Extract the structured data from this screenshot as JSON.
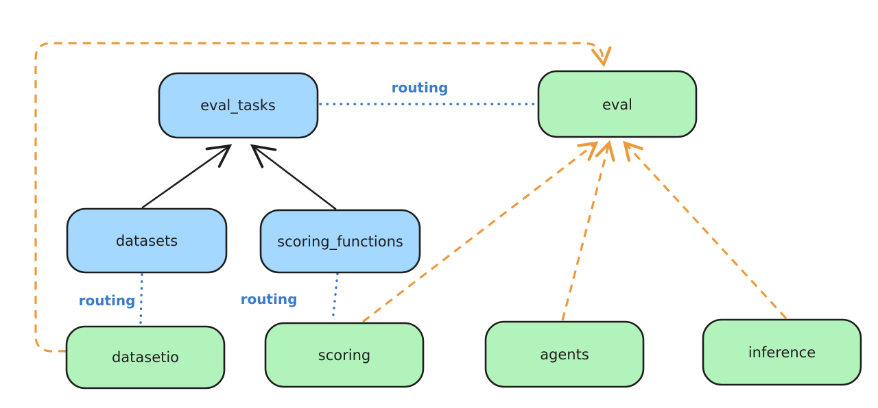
{
  "diagram": {
    "background": "#ffffff",
    "palette": {
      "api_node_fill": "#a5d8ff",
      "provider_node_fill": "#b2f2bb",
      "node_stroke": "#1e1e1e",
      "node_text": "#1e1e1e",
      "routing_edge_color": "#3b7bc8",
      "provider_edge_color": "#ec9a3d",
      "dependency_edge_color": "#1e1e1e"
    },
    "nodes": {
      "eval_tasks": {
        "label": "eval_tasks",
        "fill": "#a5d8ff",
        "kind": "api"
      },
      "eval": {
        "label": "eval",
        "fill": "#b2f2bb",
        "kind": "provider"
      },
      "datasets": {
        "label": "datasets",
        "fill": "#a5d8ff",
        "kind": "api"
      },
      "scoring_functions": {
        "label": "scoring_functions",
        "fill": "#a5d8ff",
        "kind": "api"
      },
      "datasetio": {
        "label": "datasetio",
        "fill": "#b2f2bb",
        "kind": "provider"
      },
      "scoring": {
        "label": "scoring",
        "fill": "#b2f2bb",
        "kind": "provider"
      },
      "agents": {
        "label": "agents",
        "fill": "#b2f2bb",
        "kind": "provider"
      },
      "inference": {
        "label": "inference",
        "fill": "#b2f2bb",
        "kind": "provider"
      }
    },
    "edge_labels": {
      "routing_eval_tasks_eval": "routing",
      "routing_datasets_datasetio": "routing",
      "routing_scoring_functions_scoring": "routing"
    },
    "edges": [
      {
        "from": "datasets",
        "to": "eval_tasks",
        "style": "solid-arrow",
        "color": "#1e1e1e"
      },
      {
        "from": "scoring_functions",
        "to": "eval_tasks",
        "style": "solid-arrow",
        "color": "#1e1e1e"
      },
      {
        "from": "eval_tasks",
        "to": "eval",
        "style": "dotted",
        "label": "routing",
        "color": "#3b7bc8"
      },
      {
        "from": "datasets",
        "to": "datasetio",
        "style": "dotted",
        "label": "routing",
        "color": "#3b7bc8"
      },
      {
        "from": "scoring_functions",
        "to": "scoring",
        "style": "dotted",
        "label": "routing",
        "color": "#3b7bc8"
      },
      {
        "from": "datasetio",
        "to": "eval",
        "style": "dashed-arrow",
        "route": "around-left-and-top",
        "color": "#ec9a3d"
      },
      {
        "from": "scoring",
        "to": "eval",
        "style": "dashed-arrow",
        "color": "#ec9a3d"
      },
      {
        "from": "agents",
        "to": "eval",
        "style": "dashed-arrow",
        "color": "#ec9a3d"
      },
      {
        "from": "inference",
        "to": "eval",
        "style": "dashed-arrow",
        "color": "#ec9a3d"
      }
    ]
  }
}
